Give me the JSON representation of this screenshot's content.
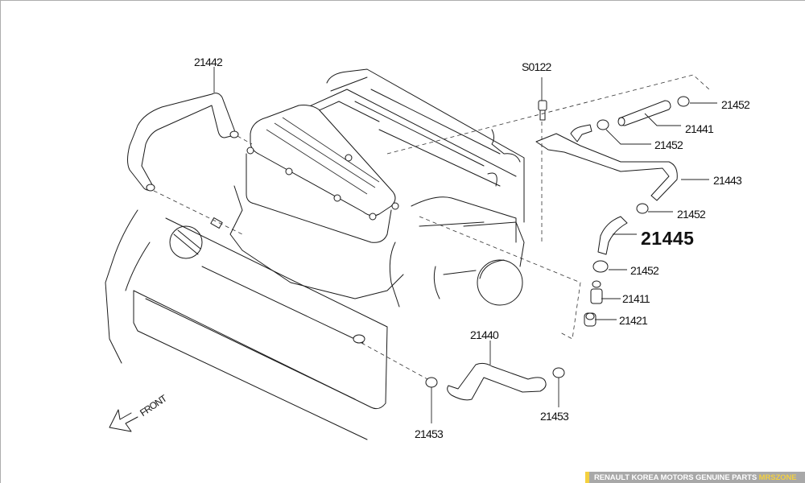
{
  "diagram": {
    "title": "Engine ventilation / PCV hose parts diagram",
    "highlighted_part": "21445",
    "labels": {
      "p21442": "21442",
      "s0122": "S0122",
      "p21452_a": "21452",
      "p21441": "21441",
      "p21452_b": "21452",
      "p21443": "21443",
      "p21452_c": "21452",
      "p21445": "21445",
      "p21452_d": "21452",
      "p21411": "21411",
      "p21421": "21421",
      "p21440": "21440",
      "p21453_a": "21453",
      "p21453_b": "21453"
    },
    "front_label": "FRONT"
  },
  "footer": {
    "text": "RENAULT KOREA MOTORS GENUINE PARTS",
    "brand": "MRSZONE",
    "accent_color": "#f4d03f"
  }
}
